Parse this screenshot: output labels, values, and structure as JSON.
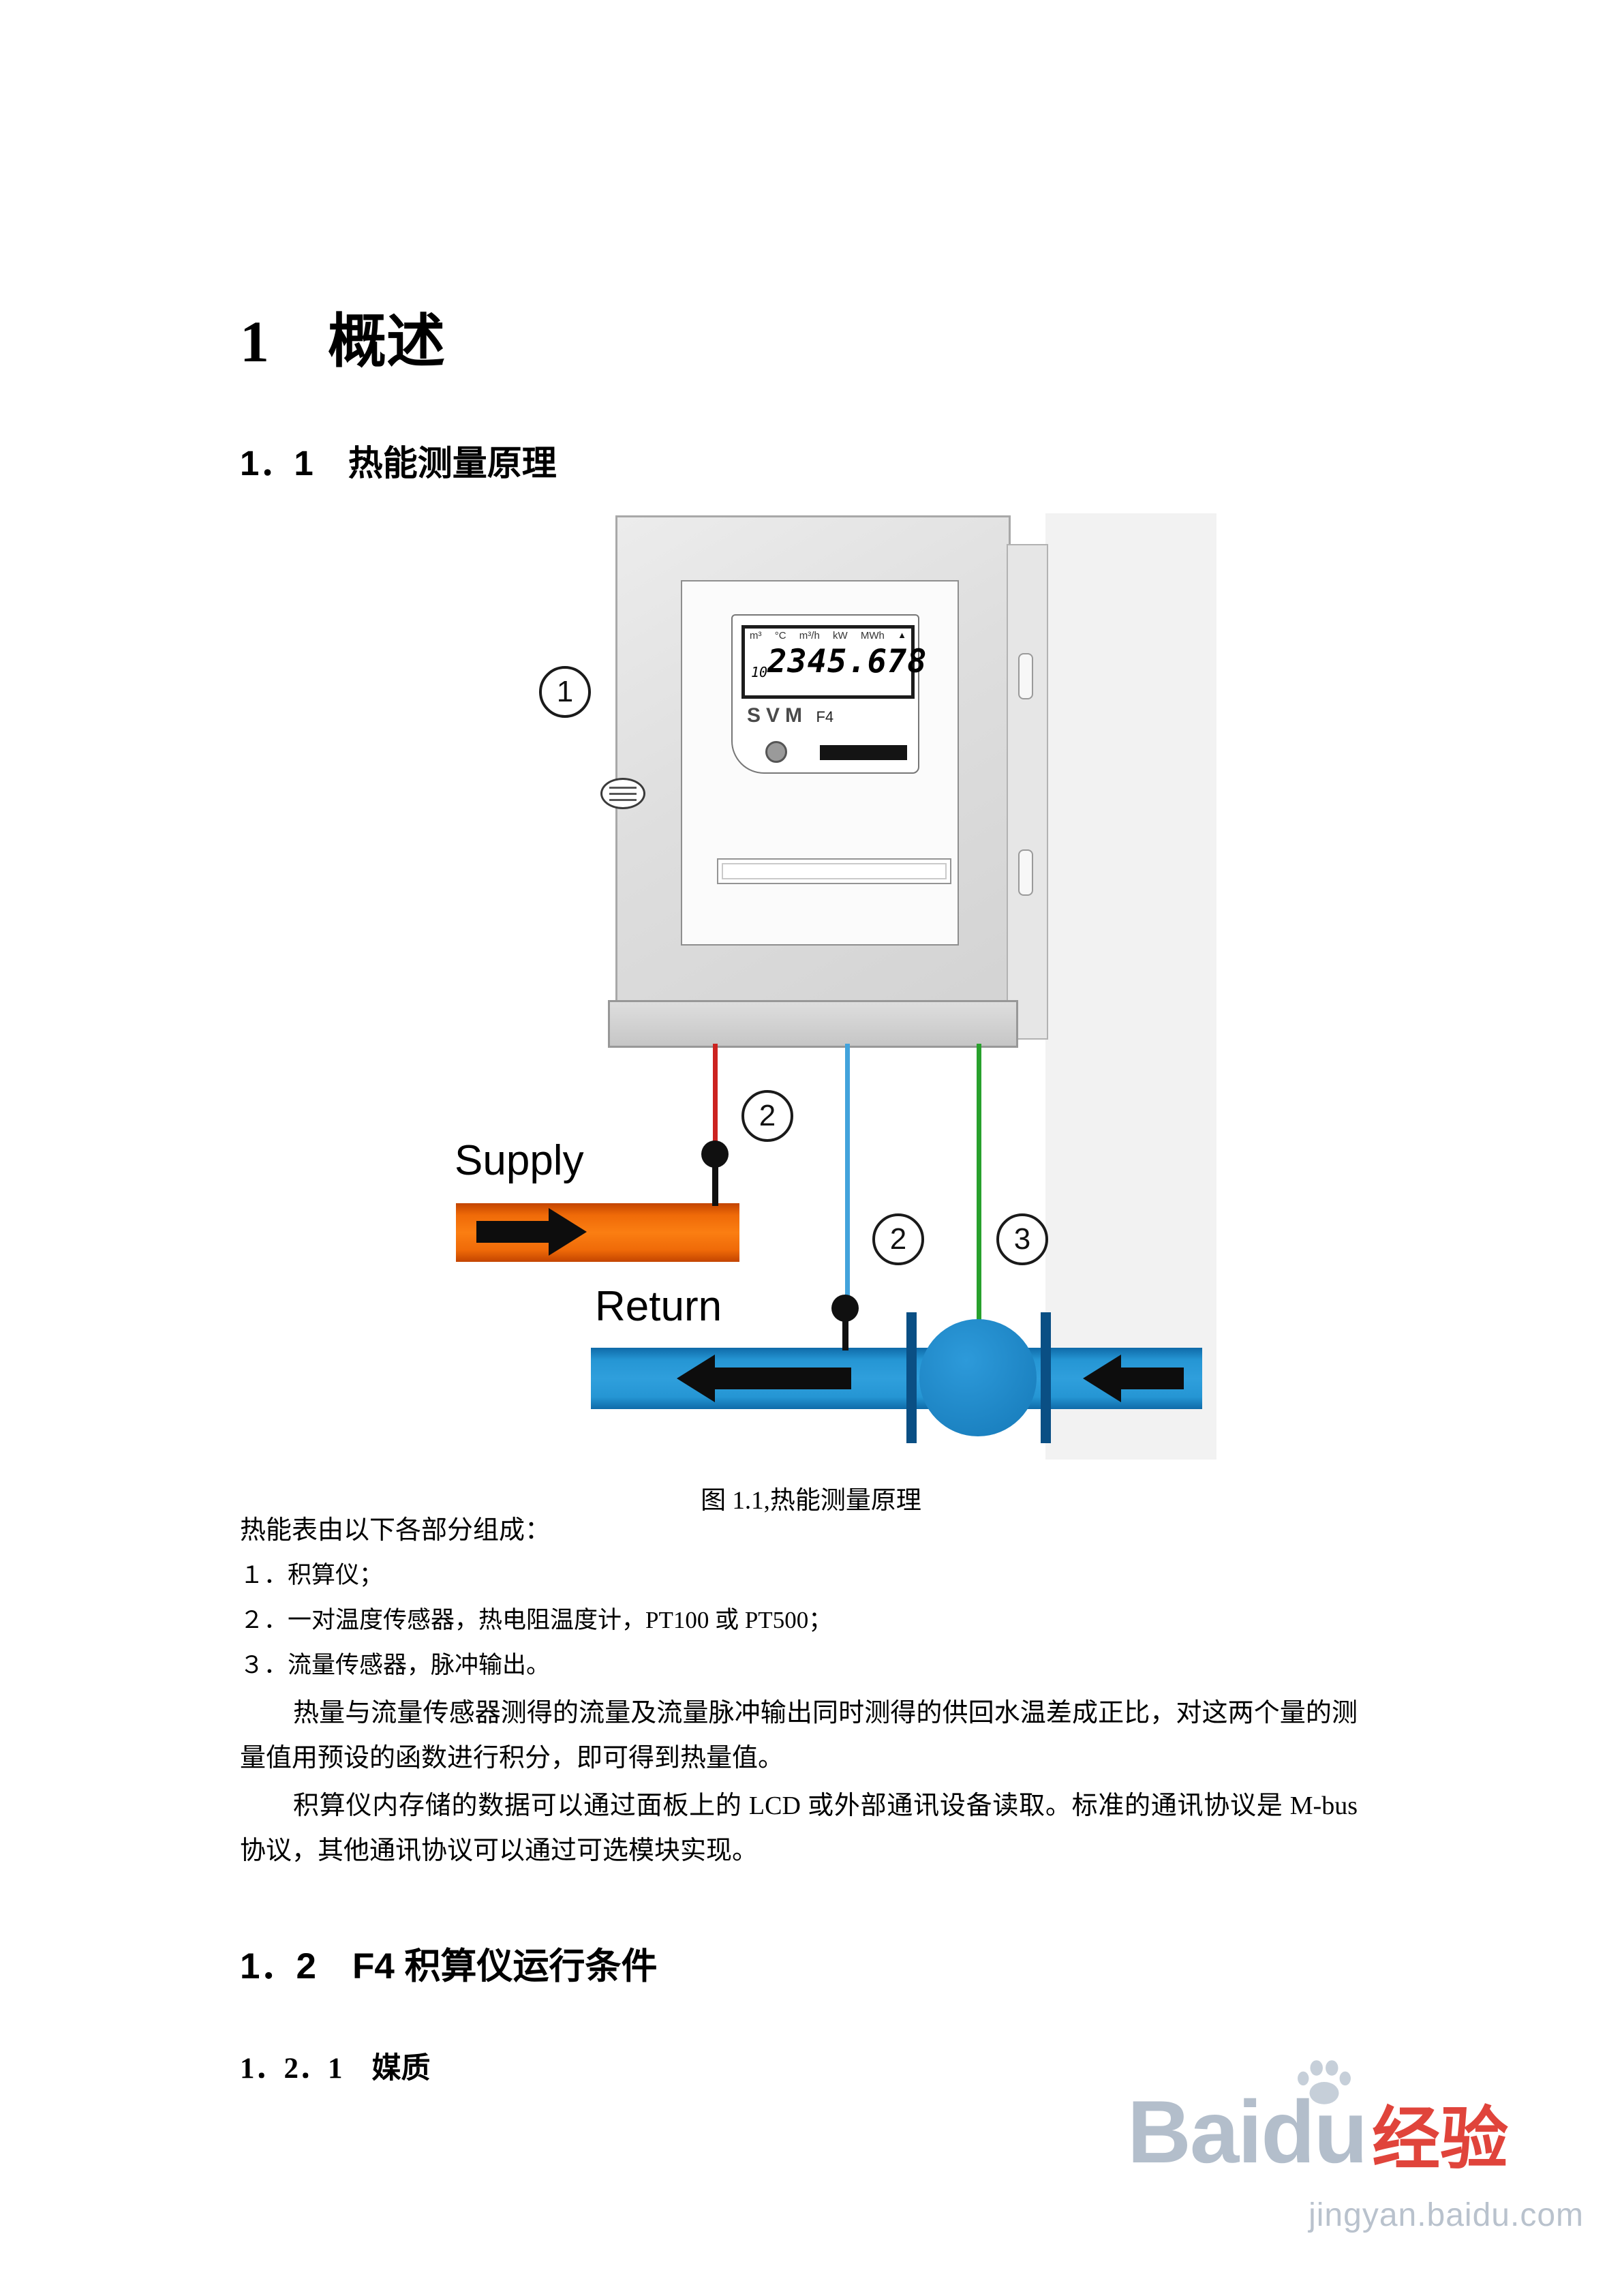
{
  "colors": {
    "supply_pipe": "#fb7e12",
    "return_pipe": "#2f9fdc",
    "wire_red": "#cc2320",
    "wire_blue": "#42a3dc",
    "wire_green": "#28a12c",
    "watermark_gray": "#b3becb",
    "watermark_red": "#e0443b"
  },
  "doc": {
    "h1": "1　概述",
    "s11_title": "1．1　热能测量原理",
    "figure": {
      "callout_1": "1",
      "callout_2a": "2",
      "callout_2b": "2",
      "callout_3": "3",
      "lcd_units": [
        "m³",
        "°C",
        "m³/h",
        "kW",
        "MWh"
      ],
      "lcd_marker": "▲",
      "lcd_small": "10",
      "lcd_value": "2345.678",
      "brand": "SVM",
      "model": "F4",
      "supply_label": "Supply",
      "return_label": "Return",
      "caption": "图 1.1,热能测量原理"
    },
    "body": {
      "intro": "热能表由以下各部分组成：",
      "item1": "１．积算仪；",
      "item2": "２．一对温度传感器，热电阻温度计，PT100 或 PT500；",
      "item3": "３．流量传感器，脉冲输出。",
      "para1": "热量与流量传感器测得的流量及流量脉冲输出同时测得的供回水温差成正比，对这两个量的测量值用预设的函数进行积分，即可得到热量值。",
      "para2": "积算仪内存储的数据可以通过面板上的 LCD 或外部通讯设备读取。标准的通讯协议是 M-bus 协议，其他通讯协议可以通过可选模块实现。"
    },
    "s12_title": "1．2　F4 积算仪运行条件",
    "s121_title": "1．2．1　媒质",
    "watermark": {
      "brand_gray": "Baidu",
      "brand_red": "经验",
      "url": "jingyan.baidu.com"
    }
  }
}
